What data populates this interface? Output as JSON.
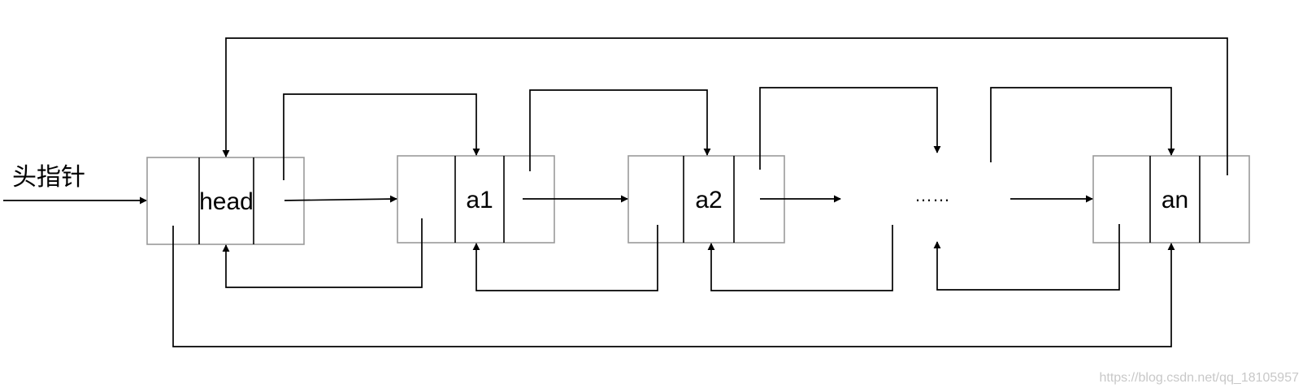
{
  "head_pointer_label": "头指针",
  "nodes": [
    {
      "id": "head",
      "label": "head"
    },
    {
      "id": "a1",
      "label": "a1"
    },
    {
      "id": "a2",
      "label": "a2"
    },
    {
      "id": "an",
      "label": "an"
    }
  ],
  "ellipsis": "……",
  "watermark": "https://blog.csdn.net/qq_18105957",
  "colors": {
    "node_border": "#9a9a9a",
    "line": "#000000",
    "watermark": "#c8c8c8"
  }
}
